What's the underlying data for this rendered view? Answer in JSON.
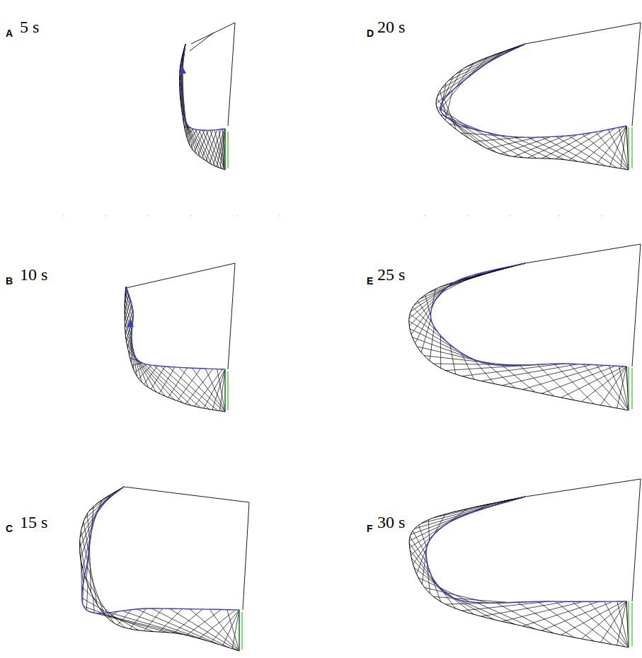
{
  "diagram": {
    "labels": [
      "A",
      "5 s",
      "D",
      "20 s",
      "B",
      "10 s",
      "E",
      "25 s",
      "C",
      "15 s",
      "F",
      "30 s"
    ]
  }
}
